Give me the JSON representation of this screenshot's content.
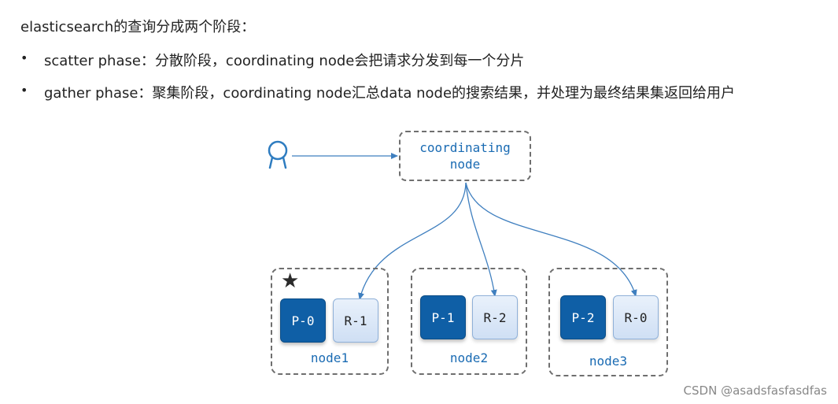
{
  "intro": "elasticsearch的查询分成两个阶段：",
  "bullets": [
    {
      "marker": "•",
      "text": "scatter phase：分散阶段，coordinating node会把请求分发到每一个分片"
    },
    {
      "marker": "•",
      "text": "gather phase：聚集阶段，coordinating node汇总data node的搜索结果，并处理为最终结果集返回给用户"
    }
  ],
  "coordinating": {
    "line1": "coordinating",
    "line2": "node"
  },
  "nodes": [
    {
      "label": "node1",
      "primary": "P-0",
      "replica": "R-1",
      "marker": "★"
    },
    {
      "label": "node2",
      "primary": "P-1",
      "replica": "R-2"
    },
    {
      "label": "node3",
      "primary": "P-2",
      "replica": "R-0"
    }
  ],
  "colors": {
    "accent": "#1a6bb3",
    "primary_shard": "#0f5fa6",
    "border": "#6f6f6f",
    "arrow": "#3f7fbf"
  },
  "icons": {
    "user": "user-icon",
    "star": "star-icon"
  },
  "watermark": "CSDN @asadsfasfasdfas"
}
